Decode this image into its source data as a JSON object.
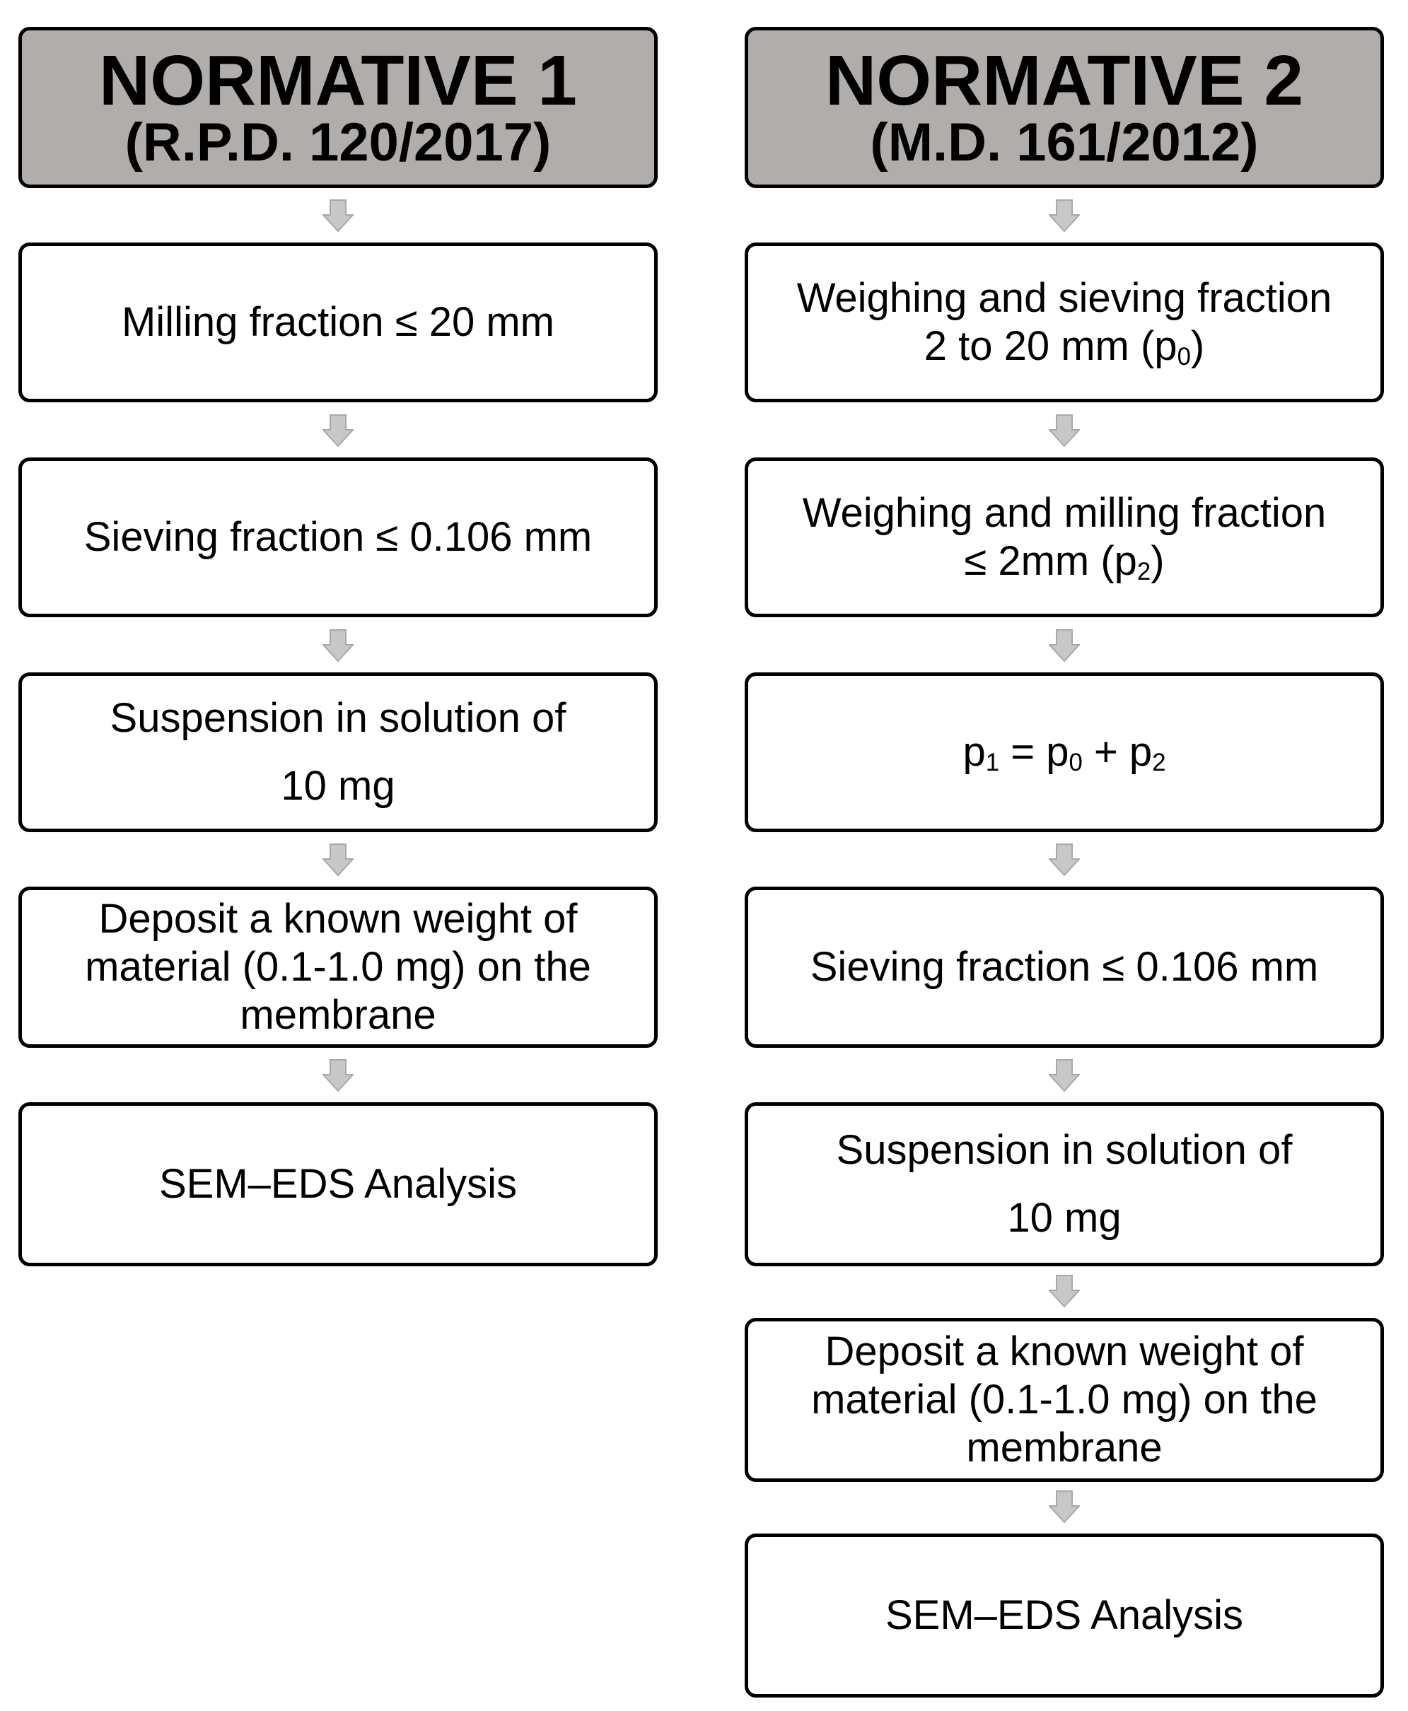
{
  "columns": [
    {
      "title": "NORMATIVE 1",
      "subtitle": "(R.P.D. 120/2017)",
      "steps": [
        {
          "line1": "Milling fraction ≤ 20 mm"
        },
        {
          "line1": "Sieving fraction ≤ 0.106 mm"
        },
        {
          "line1": "Suspension in solution of",
          "line2": "10 mg"
        },
        {
          "line1": "Deposit a known weight of",
          "line2": "material (0.1-1.0 mg) on the",
          "line3": "membrane"
        },
        {
          "line1": "SEM–EDS Analysis"
        }
      ]
    },
    {
      "title": "NORMATIVE 2",
      "subtitle": "(M.D. 161/2012)",
      "steps": [
        {
          "line1": "Weighing and sieving fraction",
          "line2": "2 to 20 mm (p",
          "sub": "0",
          "tail": ")"
        },
        {
          "line1": "Weighing and milling fraction",
          "line2": "≤ 2mm (p",
          "sub": "2",
          "tail": ")"
        },
        {
          "formula": {
            "a": "p",
            "a_sub": "1",
            "eq": " = ",
            "b": "p",
            "b_sub": "0",
            "plus": " + ",
            "c": "p",
            "c_sub": "2"
          }
        },
        {
          "line1": "Sieving fraction ≤ 0.106 mm"
        },
        {
          "line1": "Suspension in solution of",
          "line2": "10 mg"
        },
        {
          "line1": "Deposit a known weight of",
          "line2": "material (0.1-1.0 mg) on the",
          "line3": "membrane"
        },
        {
          "line1": "SEM–EDS Analysis"
        }
      ]
    }
  ],
  "colors": {
    "header_fill": "#b1adaa",
    "border": "#000000",
    "arrow_fill": "#c8c8c8",
    "arrow_stroke": "#a8a8a8"
  }
}
